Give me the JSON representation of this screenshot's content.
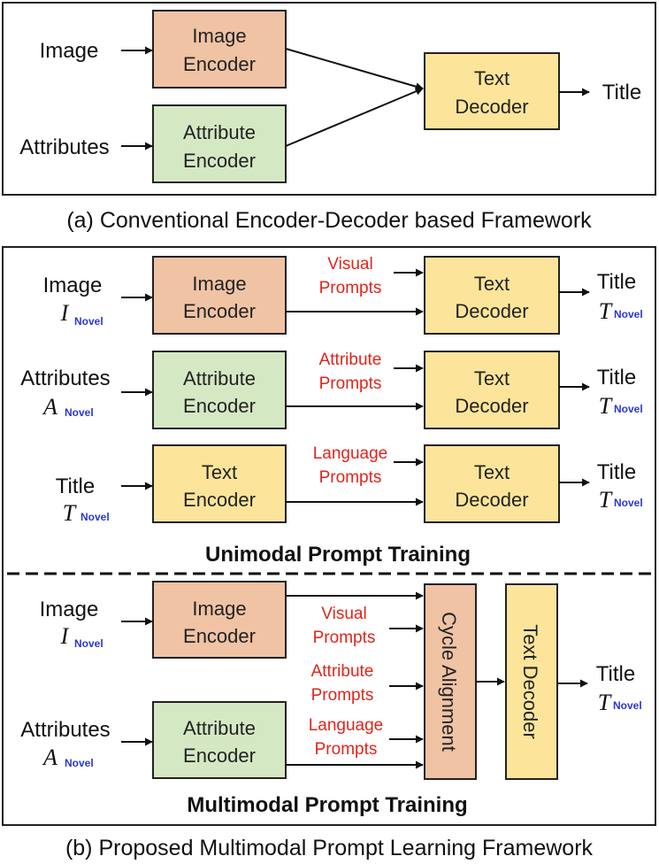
{
  "panel_a": {
    "inputs": {
      "image": "Image",
      "attributes": "Attributes"
    },
    "image_encoder": [
      "Image",
      "Encoder"
    ],
    "attribute_encoder": [
      "Attribute",
      "Encoder"
    ],
    "text_decoder": [
      "Text",
      "Decoder"
    ],
    "output": "Title",
    "caption": "(a) Conventional Encoder-Decoder based Framework"
  },
  "panel_b": {
    "unimodal": {
      "rows": [
        {
          "input": "Image",
          "symbol": "I",
          "symbol_sub": "Novel",
          "encoder": [
            "Image",
            "Encoder"
          ],
          "prompts": [
            "Visual",
            "Prompts"
          ],
          "decoder": [
            "Text",
            "Decoder"
          ],
          "output": "Title",
          "out_symbol": "T",
          "out_sub": "Novel"
        },
        {
          "input": "Attributes",
          "symbol": "A",
          "symbol_sub": "Novel",
          "encoder": [
            "Attribute",
            "Encoder"
          ],
          "prompts": [
            "Attribute",
            "Prompts"
          ],
          "decoder": [
            "Text",
            "Decoder"
          ],
          "output": "Title",
          "out_symbol": "T",
          "out_sub": "Novel"
        },
        {
          "input": "Title",
          "symbol": "T",
          "symbol_sub": "Novel",
          "encoder": [
            "Text",
            "Encoder"
          ],
          "prompts": [
            "Language",
            "Prompts"
          ],
          "decoder": [
            "Text",
            "Decoder"
          ],
          "output": "Title",
          "out_symbol": "T",
          "out_sub": "Novel"
        }
      ],
      "title": "Unimodal Prompt Training"
    },
    "multimodal": {
      "image_input": "Image",
      "image_symbol": "I",
      "image_sub": "Novel",
      "attr_input": "Attributes",
      "attr_symbol": "A",
      "attr_sub": "Novel",
      "image_encoder": [
        "Image",
        "Encoder"
      ],
      "attribute_encoder": [
        "Attribute",
        "Encoder"
      ],
      "visual_prompts": [
        "Visual",
        "Prompts"
      ],
      "attribute_prompts": [
        "Attribute",
        "Prompts"
      ],
      "language_prompts": [
        "Language",
        "Prompts"
      ],
      "cycle_alignment": "Cycle Alignment",
      "text_decoder": "Text Decoder",
      "output": "Title",
      "out_symbol": "T",
      "out_sub": "Novel",
      "title": "Multimodal Prompt Training"
    },
    "caption": "(b) Proposed Multimodal Prompt Learning Framework"
  },
  "colors": {
    "image_encoder": "#efc3a4",
    "attribute_encoder": "#d5e8c4",
    "text_box": "#fce59a",
    "prompt_text": "#e0251b",
    "subscript": "#2a36d6"
  }
}
